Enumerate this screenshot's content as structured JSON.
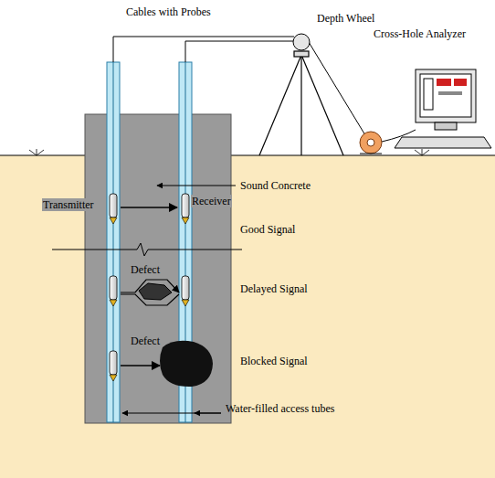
{
  "diagram": {
    "labels": [
      "Cables with Probes",
      "Depth Wheel",
      "Cross-Hole Analyzer",
      "Sound Concrete",
      "Transmitter",
      "Receiver",
      "Good Signal",
      "Defect",
      "Delayed Signal",
      "Defect",
      "Blocked Signal",
      "Water-filled access tubes"
    ]
  }
}
